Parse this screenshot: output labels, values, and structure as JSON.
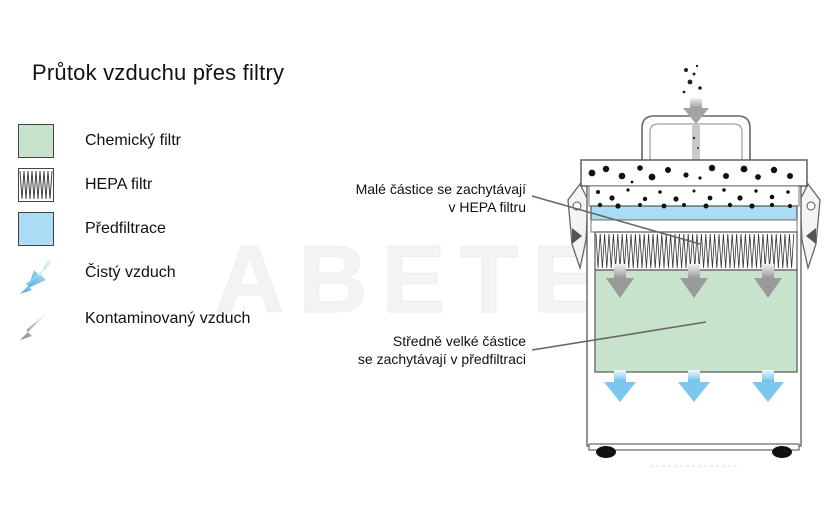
{
  "title": "Průtok vzduchu přes filtry",
  "legend": [
    {
      "label": "Chemický filtr",
      "swatch": "green",
      "color": "#c8e3cc"
    },
    {
      "label": "HEPA filtr",
      "swatch": "hepa"
    },
    {
      "label": "Předfiltrace",
      "swatch": "blue",
      "color": "#aadcf5"
    },
    {
      "label": "Čistý vzduch",
      "swatch": "clean-arrow-icon",
      "color": "#5fb8e6"
    },
    {
      "label": "Kontaminovaný vzduch",
      "swatch": "contaminated-arrow-icon",
      "color": "#999999"
    }
  ],
  "callouts": {
    "hepa_line1": "Malé částice se zachytávají",
    "hepa_line2": "v HEPA filtru",
    "prefilter_line1": "Středně velké částice",
    "prefilter_line2": "se zachytávají v předfiltraci"
  },
  "watermark": "ABETEC",
  "colors": {
    "chemical": "#c8e3cc",
    "prefilter": "#aadcf5",
    "clean_air": "#5fb8e6",
    "contaminated_air": "#9a9a9a",
    "outline": "#555555"
  }
}
